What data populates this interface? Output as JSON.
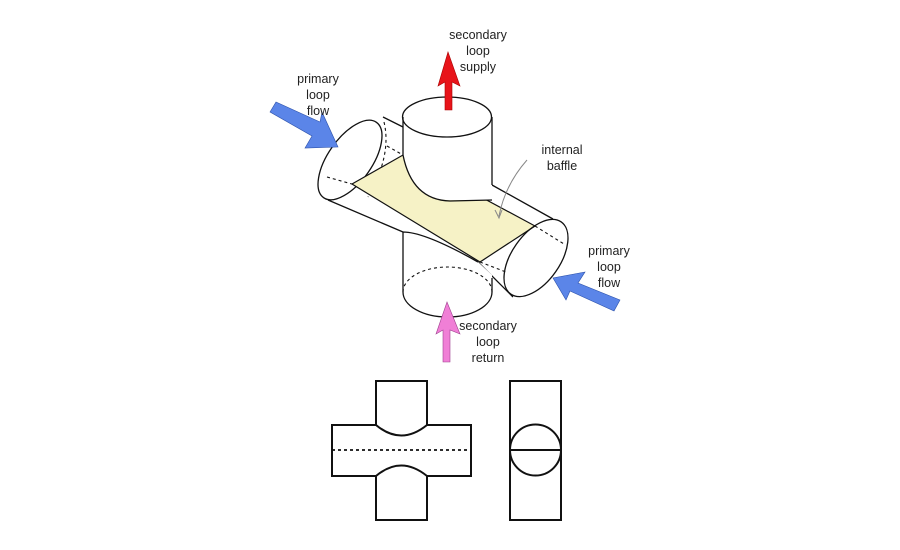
{
  "labels": {
    "secondary_supply": [
      "secondary",
      "loop",
      "supply"
    ],
    "primary_left": [
      "primary",
      "loop",
      "flow"
    ],
    "internal_baffle": [
      "internal",
      "baffle"
    ],
    "primary_right": [
      "primary",
      "loop",
      "flow"
    ],
    "secondary_return": [
      "secondary",
      "loop",
      "return"
    ]
  },
  "colors": {
    "supply_arrow": "#e8141a",
    "primary_arrow": "#5b85e8",
    "return_arrow": "#f07fd6",
    "baffle_fill": "#f6f2c6"
  }
}
